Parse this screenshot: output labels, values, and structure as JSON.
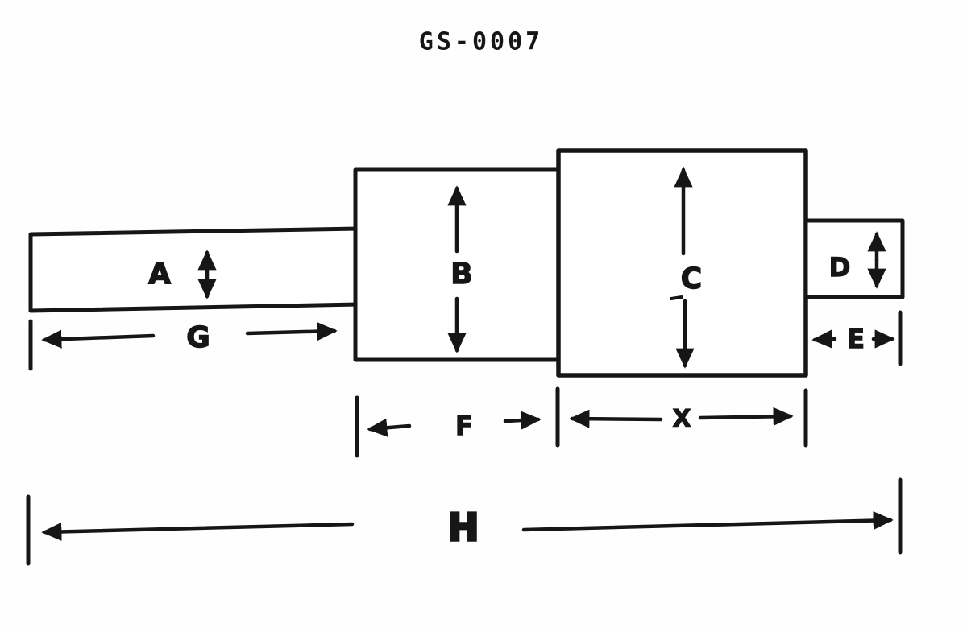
{
  "title": "GS-0007",
  "colors": {
    "ink": "#161616",
    "paper": "#ffffff"
  },
  "diagram": {
    "kind": "stepped-shaft outline drawing with dimension arrows",
    "diameter_labels": {
      "a": "A",
      "b": "B",
      "c": "C",
      "d": "D"
    },
    "length_labels": {
      "g": "G",
      "f": "F",
      "x": "X",
      "e": "E",
      "h": "H"
    }
  }
}
